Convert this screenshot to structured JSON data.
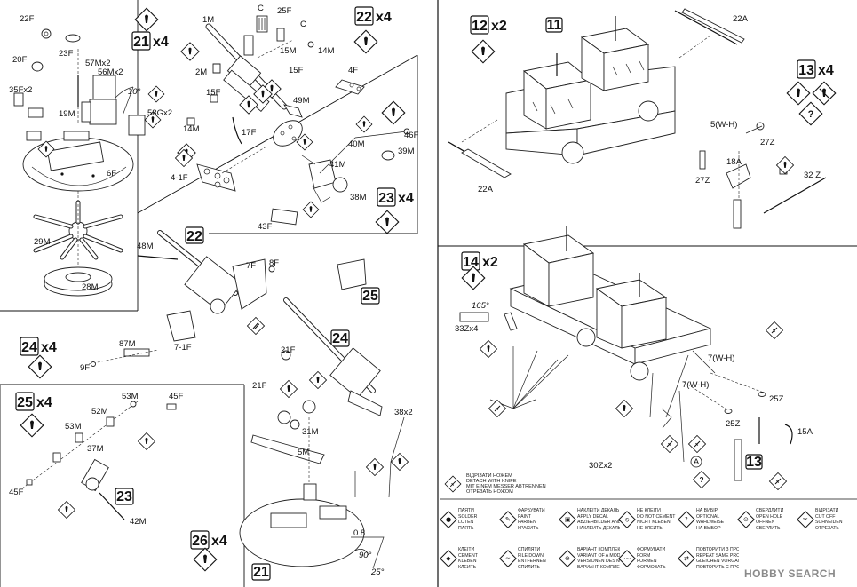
{
  "steps": [
    {
      "num": "21",
      "mult": "x4"
    },
    {
      "num": "22",
      "mult": "x4"
    },
    {
      "num": "23",
      "mult": "x4"
    },
    {
      "num": "24",
      "mult": "x4"
    },
    {
      "num": "25",
      "mult": "x4"
    },
    {
      "num": "26",
      "mult": "x4"
    },
    {
      "num": "12",
      "mult": "x2"
    },
    {
      "num": "13",
      "mult": "x4"
    },
    {
      "num": "14",
      "mult": "x2"
    }
  ],
  "refs": {
    "ref22": "22",
    "ref25": "25",
    "ref24": "24",
    "ref23": "23",
    "ref21": "21",
    "ref11": "11",
    "ref13": "13"
  },
  "parts": {
    "p22F": "22F",
    "p23F": "23F",
    "p20F": "20F",
    "p57M": "57Mx2",
    "p56M": "56Mx2",
    "p35F": "35Fx2",
    "p19M": "19M",
    "p10deg": "10°",
    "p58G": "58Gx2",
    "p6F": "6F",
    "p29M": "29M",
    "p28M": "28M",
    "p1M": "1M",
    "pC1": "C",
    "pC2": "C",
    "p25F": "25F",
    "p15M": "15M",
    "p14M": "14M",
    "p2M": "2M",
    "p15F": "15F",
    "p15F2": "15F",
    "p14M2": "14M",
    "p17F": "17F",
    "p49M": "49M",
    "p41F": "4-1F",
    "p4F": "4F",
    "p46F": "46F",
    "p40M": "40M",
    "p39M": "39M",
    "p41M": "41M",
    "p38M": "38M",
    "p43F": "43F",
    "p48M": "48M",
    "p7F": "7F",
    "p8F": "8F",
    "p87M": "87M",
    "p71F": "7-1F",
    "p9F": "9F",
    "p21F": "21F",
    "p21F2": "21F",
    "p31M": "31M",
    "p5M": "5M",
    "p38x2": "38x2",
    "p53M": "53M",
    "p45F": "45F",
    "p52M": "52M",
    "p53M2": "53M",
    "p37M": "37M",
    "p45F2": "45F",
    "p42M": "42M",
    "p0_8": "0.8",
    "p90": "90°",
    "p25deg": "25°",
    "p22A": "22A",
    "p22A2": "22A",
    "p5WH": "5(W-H)",
    "p27Z": "27Z",
    "p18A": "18A",
    "p27Z2": "27Z",
    "p32Z": "32 Z",
    "p165": "165°",
    "p33Z": "33Zx4",
    "p7WH": "7(W-H)",
    "p7WH2": "7(W-H)",
    "p25Z": "25Z",
    "p25Z2": "25Z",
    "p15A": "15A",
    "p30Z": "30Zx2",
    "pA": "A"
  },
  "legend": {
    "knife": [
      "ВІДРІЗАТИ НОЖЕМ",
      "DETACH WITH KNIFE",
      "MIT EINEM MESSER ABTRENNEN",
      "ОТРЕЗАТЬ НОЖОМ"
    ],
    "items": [
      [
        "ПАЯТИ",
        "SOLDER",
        "LÖTEN",
        "ПАЯТЬ"
      ],
      [
        "ФАРБУВАТИ",
        "PAINT",
        "FARBEN",
        "КРАСИТЬ"
      ],
      [
        "НАКЛЕЇТИ ДЕКАЛЬ",
        "APPLY DECAL",
        "ABZIEHBILDER ANBRINGEN",
        "НАКЛЕИТЬ ДЕКАЛЬ"
      ],
      [
        "НЕ КЛЕЇТИ",
        "DO NOT CEMENT",
        "NICHT KLEBEN",
        "НЕ КЛЕИТЬ"
      ],
      [
        "НА ВИБІР",
        "OPTIONAL",
        "WAHLWEISE",
        "НА ВЫБОР"
      ],
      [
        "СВЕРДЛИТИ",
        "OPEN HOLE",
        "OFFNEN",
        "СВЕРЛИТЬ"
      ],
      [
        "ВІДРІЗАТИ",
        "CUT OFF",
        "SCHNEIDEN",
        "ОТРЕЗАТЬ"
      ],
      [
        "КЛЕЇТИ",
        "CEMENT",
        "KLEBEN",
        "КЛЕИТЬ"
      ],
      [
        "СПИЛЯТИ",
        "FILE DOWN",
        "ENTFERNEN",
        "СПИЛИТЬ"
      ],
      [
        "ВАРІАНТ КОМПЛЕКТАЦІЇ МОДЕЛІ",
        "VARIANT OF A MODEL SET",
        "VERSIONEN DES MODELLS",
        "ВАРИАНТ КОМПЛЕКТАЦИИ"
      ],
      [
        "ФОРМУВАТИ",
        "FORM",
        "FORMEN",
        "ФОРМОВАТЬ"
      ],
      [
        "ПОВТОРИТИ З ПРОТИЛЕЖНОГО БОКУ",
        "REPEAT SAME PROCEDURE ON OPPOSITE SIDE",
        "GLEICHEN VORGANG AUF GEGENÜBERLIEGENDER SEITE",
        "ПОВТОРИТЬ С ПРОТИВОПОЛОЖНОЙ СТОРОНЫ"
      ]
    ]
  },
  "watermark": "HOBBY SEARCH"
}
